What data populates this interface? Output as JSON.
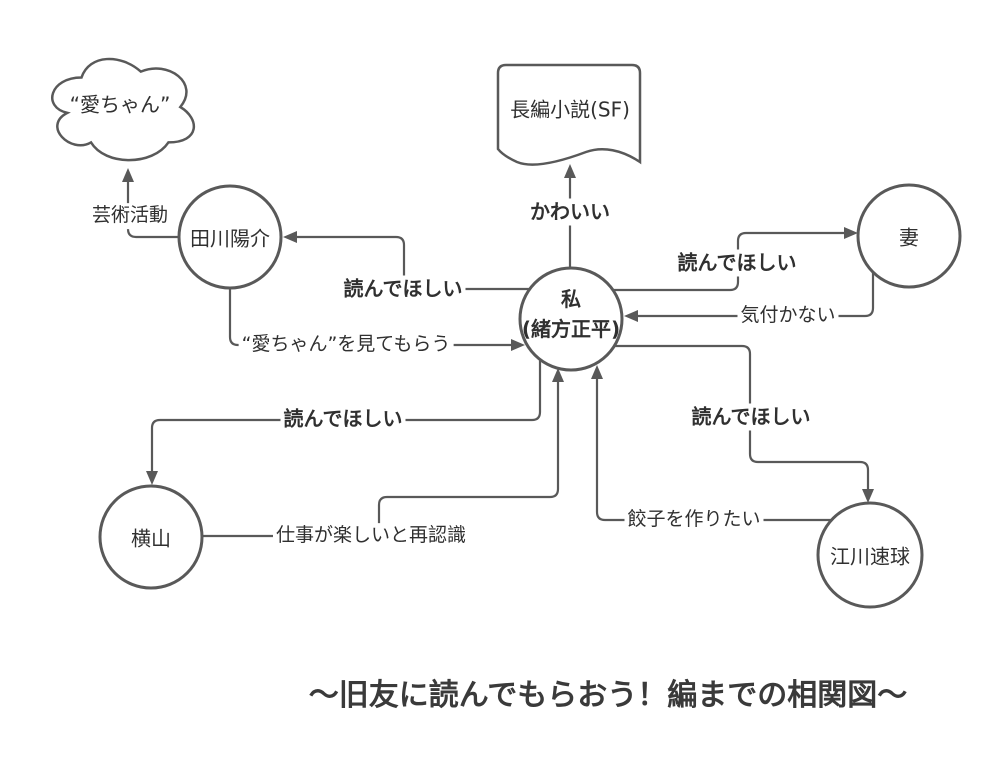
{
  "diagram": {
    "title": "～旧友に読んでもらおう！編までの相関図～",
    "colors": {
      "stroke": "#595959",
      "text": "#303030",
      "background": "#ffffff"
    },
    "nodes": {
      "cloud": {
        "label": "“愛ちゃん”",
        "shape": "cloud"
      },
      "novel": {
        "label": "長編小説(SF)",
        "shape": "document"
      },
      "tagawa": {
        "label": "田川陽介",
        "shape": "circle"
      },
      "wife": {
        "label": "妻",
        "shape": "circle"
      },
      "me": {
        "line1": "私",
        "line2": "(緒方正平)",
        "shape": "circle"
      },
      "yokoyama": {
        "label": "横山",
        "shape": "circle"
      },
      "egawa": {
        "label": "江川速球",
        "shape": "circle"
      }
    },
    "edges": [
      {
        "label": "芸術活動",
        "from": "tagawa",
        "to": "cloud",
        "bold": false
      },
      {
        "label": "読んでほしい",
        "from": "me",
        "to": "tagawa",
        "bold": true
      },
      {
        "label": "“愛ちゃん”を見てもらう",
        "from": "tagawa",
        "to": "me",
        "bold": false
      },
      {
        "label": "かわいい",
        "from": "me",
        "to": "novel",
        "bold": true
      },
      {
        "label": "読んでほしい",
        "from": "me",
        "to": "wife",
        "bold": true
      },
      {
        "label": "気付かない",
        "from": "wife",
        "to": "me",
        "bold": false
      },
      {
        "label": "読んでほしい",
        "from": "me",
        "to": "yokoyama",
        "bold": true
      },
      {
        "label": "仕事が楽しいと再認識",
        "from": "yokoyama",
        "to": "me",
        "bold": false
      },
      {
        "label": "読んでほしい",
        "from": "me",
        "to": "egawa",
        "bold": true
      },
      {
        "label": "餃子を作りたい",
        "from": "egawa",
        "to": "me",
        "bold": false
      }
    ]
  }
}
